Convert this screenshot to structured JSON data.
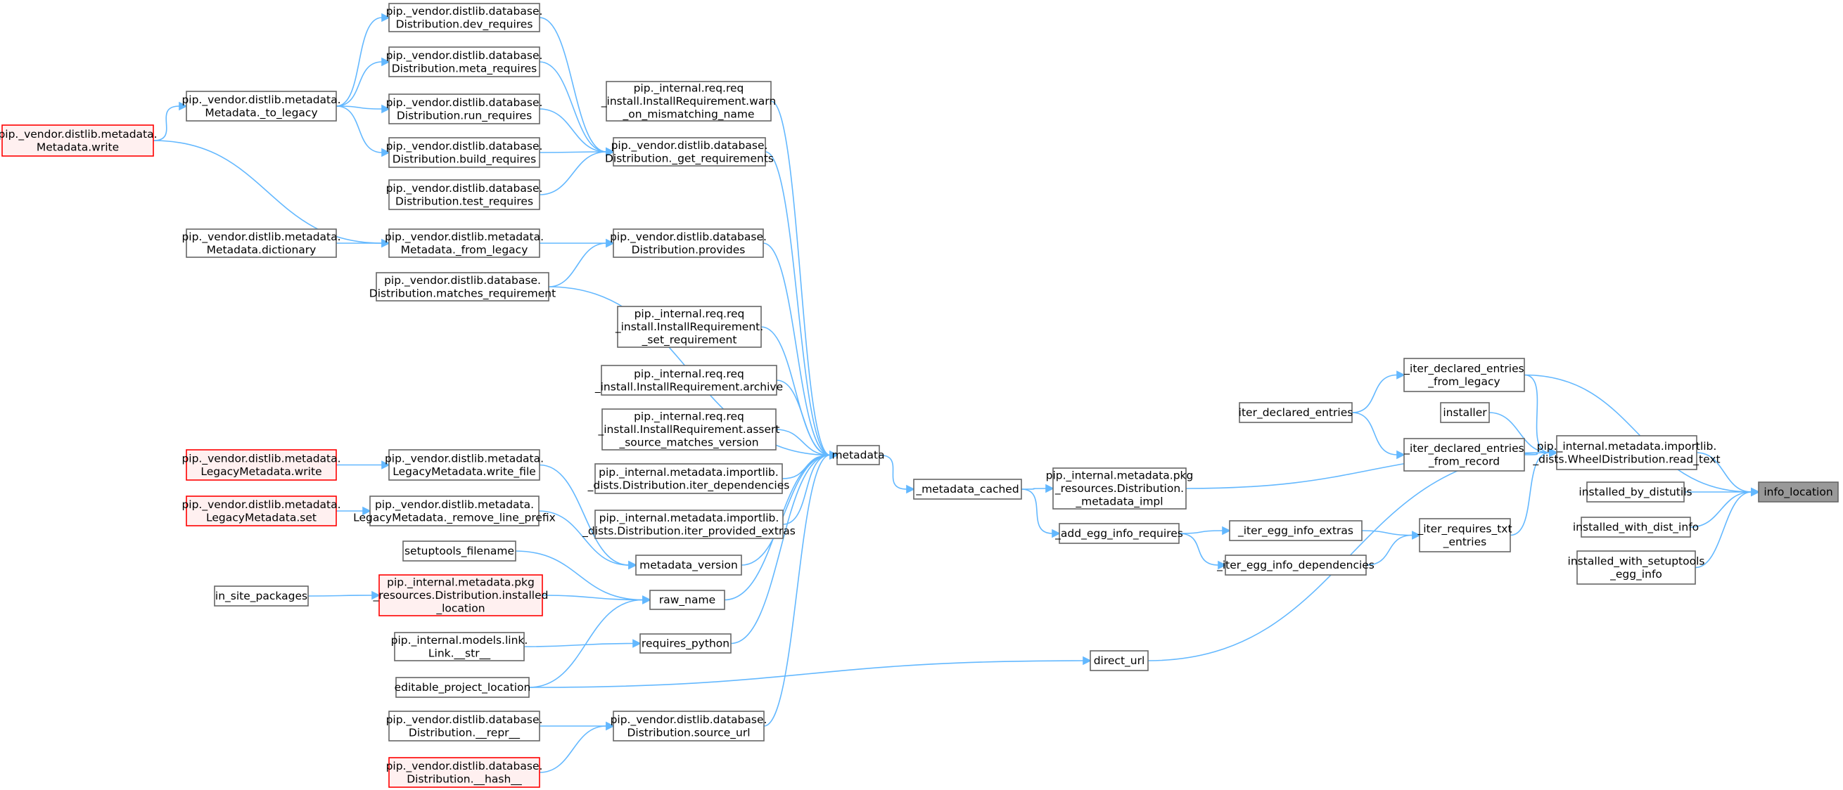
{
  "colors": {
    "edge": "#63b8ff",
    "node_border": "#666666",
    "highlight_border": "#ff0000",
    "highlight_fill": "#fff0f0",
    "root_fill": "#999999"
  },
  "nodes": {
    "info_location": {
      "label": [
        "info_location"
      ],
      "style": "root"
    },
    "read_text": {
      "label": [
        "pip._internal.metadata.importlib.",
        "_dists.WheelDistribution.read_text"
      ]
    },
    "installed_by_distutils": {
      "label": [
        "installed_by_distutils"
      ]
    },
    "installed_with_dist_info": {
      "label": [
        "installed_with_dist_info"
      ]
    },
    "installed_with_setuptools_egg_info": {
      "label": [
        "installed_with_setuptools",
        "_egg_info"
      ]
    },
    "iter_declared_from_legacy": {
      "label": [
        "_iter_declared_entries",
        "_from_legacy"
      ]
    },
    "installer": {
      "label": [
        "installer"
      ]
    },
    "iter_declared_from_record": {
      "label": [
        "_iter_declared_entries",
        "_from_record"
      ]
    },
    "iter_requires_txt_entries": {
      "label": [
        "_iter_requires_txt",
        "_entries"
      ]
    },
    "iter_declared_entries": {
      "label": [
        "iter_declared_entries"
      ]
    },
    "iter_egg_info_extras": {
      "label": [
        "_iter_egg_info_extras"
      ]
    },
    "iter_egg_info_dependencies": {
      "label": [
        "_iter_egg_info_dependencies"
      ]
    },
    "add_egg_info_requires": {
      "label": [
        "_add_egg_info_requires"
      ]
    },
    "metadata_impl": {
      "label": [
        "pip._internal.metadata.pkg",
        "_resources.Distribution.",
        "_metadata_impl"
      ]
    },
    "metadata_cached": {
      "label": [
        "_metadata_cached"
      ]
    },
    "metadata": {
      "label": [
        "metadata"
      ]
    },
    "direct_url": {
      "label": [
        "direct_url"
      ]
    },
    "warn_on_mismatching_name": {
      "label": [
        "pip._internal.req.req",
        "_install.InstallRequirement.warn",
        "_on_mismatching_name"
      ]
    },
    "get_requirements": {
      "label": [
        "pip._vendor.distlib.database.",
        "Distribution._get_requirements"
      ]
    },
    "provides": {
      "label": [
        "pip._vendor.distlib.database.",
        "Distribution.provides"
      ]
    },
    "matches_requirement": {
      "label": [
        "pip._vendor.distlib.database.",
        "Distribution.matches_requirement"
      ]
    },
    "set_requirement": {
      "label": [
        "pip._internal.req.req",
        "_install.InstallRequirement.",
        "_set_requirement"
      ]
    },
    "archive": {
      "label": [
        "pip._internal.req.req",
        "_install.InstallRequirement.archive"
      ]
    },
    "assert_source_matches_version": {
      "label": [
        "pip._internal.req.req",
        "_install.InstallRequirement.assert",
        "_source_matches_version"
      ]
    },
    "iter_dependencies": {
      "label": [
        "pip._internal.metadata.importlib.",
        "_dists.Distribution.iter_dependencies"
      ]
    },
    "iter_provided_extras": {
      "label": [
        "pip._internal.metadata.importlib.",
        "_dists.Distribution.iter_provided_extras"
      ]
    },
    "metadata_version": {
      "label": [
        "metadata_version"
      ]
    },
    "raw_name": {
      "label": [
        "raw_name"
      ]
    },
    "requires_python": {
      "label": [
        "requires_python"
      ]
    },
    "source_url": {
      "label": [
        "pip._vendor.distlib.database.",
        "Distribution.source_url"
      ]
    },
    "dev_requires": {
      "label": [
        "pip._vendor.distlib.database.",
        "Distribution.dev_requires"
      ]
    },
    "meta_requires": {
      "label": [
        "pip._vendor.distlib.database.",
        "Distribution.meta_requires"
      ]
    },
    "run_requires": {
      "label": [
        "pip._vendor.distlib.database.",
        "Distribution.run_requires"
      ]
    },
    "build_requires": {
      "label": [
        "pip._vendor.distlib.database.",
        "Distribution.build_requires"
      ]
    },
    "test_requires": {
      "label": [
        "pip._vendor.distlib.database.",
        "Distribution.test_requires"
      ]
    },
    "from_legacy": {
      "label": [
        "pip._vendor.distlib.metadata.",
        "Metadata._from_legacy"
      ]
    },
    "to_legacy": {
      "label": [
        "pip._vendor.distlib.metadata.",
        "Metadata._to_legacy"
      ]
    },
    "metadata_write": {
      "label": [
        "pip._vendor.distlib.metadata.",
        "Metadata.write"
      ],
      "style": "red"
    },
    "metadata_dictionary": {
      "label": [
        "pip._vendor.distlib.metadata.",
        "Metadata.dictionary"
      ]
    },
    "write_file": {
      "label": [
        "pip._vendor.distlib.metadata.",
        "LegacyMetadata.write_file"
      ]
    },
    "legacy_write": {
      "label": [
        "pip._vendor.distlib.metadata.",
        "LegacyMetadata.write"
      ],
      "style": "red"
    },
    "remove_line_prefix": {
      "label": [
        "pip._vendor.distlib.metadata.",
        "LegacyMetadata._remove_line_prefix"
      ]
    },
    "legacy_set": {
      "label": [
        "pip._vendor.distlib.metadata.",
        "LegacyMetadata.set"
      ],
      "style": "red"
    },
    "setuptools_filename": {
      "label": [
        "setuptools_filename"
      ]
    },
    "installed_location": {
      "label": [
        "pip._internal.metadata.pkg",
        "_resources.Distribution.installed",
        "_location"
      ],
      "style": "red"
    },
    "in_site_packages": {
      "label": [
        "in_site_packages"
      ]
    },
    "link_str": {
      "label": [
        "pip._internal.models.link.",
        "Link.__str__"
      ]
    },
    "editable_project_location": {
      "label": [
        "editable_project_location"
      ]
    },
    "dist_repr": {
      "label": [
        "pip._vendor.distlib.database.",
        "Distribution.__repr__"
      ]
    },
    "dist_hash": {
      "label": [
        "pip._vendor.distlib.database.",
        "Distribution.__hash__"
      ],
      "style": "red"
    }
  },
  "edges": [
    [
      "read_text",
      "info_location"
    ],
    [
      "installed_by_distutils",
      "info_location"
    ],
    [
      "installed_with_dist_info",
      "info_location"
    ],
    [
      "installed_with_setuptools_egg_info",
      "info_location"
    ],
    [
      "iter_declared_from_legacy",
      "info_location"
    ],
    [
      "direct_url",
      "read_text"
    ],
    [
      "iter_declared_from_legacy",
      "read_text"
    ],
    [
      "installer",
      "read_text"
    ],
    [
      "iter_declared_from_record",
      "read_text"
    ],
    [
      "iter_requires_txt_entries",
      "read_text"
    ],
    [
      "metadata_impl",
      "read_text"
    ],
    [
      "iter_declared_entries",
      "iter_declared_from_legacy"
    ],
    [
      "iter_declared_entries",
      "iter_declared_from_record"
    ],
    [
      "iter_egg_info_extras",
      "iter_requires_txt_entries"
    ],
    [
      "iter_egg_info_dependencies",
      "iter_requires_txt_entries"
    ],
    [
      "add_egg_info_requires",
      "iter_egg_info_extras"
    ],
    [
      "add_egg_info_requires",
      "iter_egg_info_dependencies"
    ],
    [
      "metadata_cached",
      "metadata_impl"
    ],
    [
      "metadata_cached",
      "add_egg_info_requires"
    ],
    [
      "metadata",
      "metadata_cached"
    ],
    [
      "warn_on_mismatching_name",
      "metadata"
    ],
    [
      "get_requirements",
      "metadata"
    ],
    [
      "provides",
      "metadata"
    ],
    [
      "matches_requirement",
      "metadata"
    ],
    [
      "set_requirement",
      "metadata"
    ],
    [
      "archive",
      "metadata"
    ],
    [
      "assert_source_matches_version",
      "metadata"
    ],
    [
      "iter_dependencies",
      "metadata"
    ],
    [
      "iter_provided_extras",
      "metadata"
    ],
    [
      "metadata_version",
      "metadata"
    ],
    [
      "raw_name",
      "metadata"
    ],
    [
      "requires_python",
      "metadata"
    ],
    [
      "source_url",
      "metadata"
    ],
    [
      "write_file",
      "metadata_version"
    ],
    [
      "remove_line_prefix",
      "metadata_version"
    ],
    [
      "dev_requires",
      "get_requirements"
    ],
    [
      "meta_requires",
      "get_requirements"
    ],
    [
      "run_requires",
      "get_requirements"
    ],
    [
      "build_requires",
      "get_requirements"
    ],
    [
      "test_requires",
      "get_requirements"
    ],
    [
      "from_legacy",
      "provides"
    ],
    [
      "matches_requirement",
      "provides"
    ],
    [
      "to_legacy",
      "dev_requires"
    ],
    [
      "to_legacy",
      "meta_requires"
    ],
    [
      "to_legacy",
      "run_requires"
    ],
    [
      "to_legacy",
      "build_requires"
    ],
    [
      "metadata_write",
      "to_legacy"
    ],
    [
      "metadata_write",
      "from_legacy"
    ],
    [
      "metadata_dictionary",
      "from_legacy"
    ],
    [
      "legacy_write",
      "write_file"
    ],
    [
      "legacy_set",
      "remove_line_prefix"
    ],
    [
      "setuptools_filename",
      "raw_name"
    ],
    [
      "installed_location",
      "raw_name"
    ],
    [
      "editable_project_location",
      "raw_name"
    ],
    [
      "in_site_packages",
      "installed_location"
    ],
    [
      "link_str",
      "requires_python"
    ],
    [
      "editable_project_location",
      "direct_url"
    ],
    [
      "dist_repr",
      "source_url"
    ],
    [
      "dist_hash",
      "source_url"
    ]
  ]
}
